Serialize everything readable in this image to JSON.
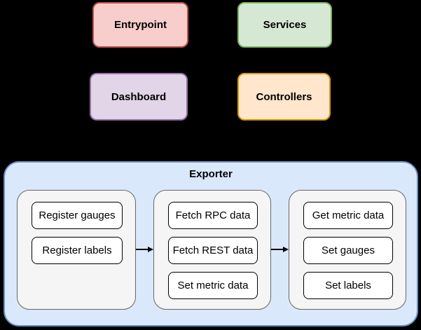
{
  "background": "#000000",
  "nodes": {
    "entrypoint": {
      "label": "Entrypoint",
      "fill": "#f8cecc",
      "stroke": "#b85450"
    },
    "services": {
      "label": "Services",
      "fill": "#d5e8d4",
      "stroke": "#82b366"
    },
    "dashboard": {
      "label": "Dashboard",
      "fill": "#e1d5e7",
      "stroke": "#9673a6"
    },
    "controllers": {
      "label": "Controllers",
      "fill": "#ffe6cc",
      "stroke": "#d79b00"
    }
  },
  "exporter": {
    "title": "Exporter",
    "fill": "#dae8fc",
    "stroke": "#6c8ebf",
    "group_fill": "#f5f5f5",
    "group_stroke": "#666666",
    "step_fill": "#ffffff",
    "step_stroke": "#000000",
    "arrow_color": "#000000",
    "groups": [
      {
        "name": "registration",
        "steps": [
          "Register gauges",
          "Register labels"
        ]
      },
      {
        "name": "fetch",
        "steps": [
          "Fetch RPC data",
          "Fetch REST data",
          "Set metric data"
        ]
      },
      {
        "name": "set",
        "steps": [
          "Get metric data",
          "Set gauges",
          "Set labels"
        ]
      }
    ]
  }
}
